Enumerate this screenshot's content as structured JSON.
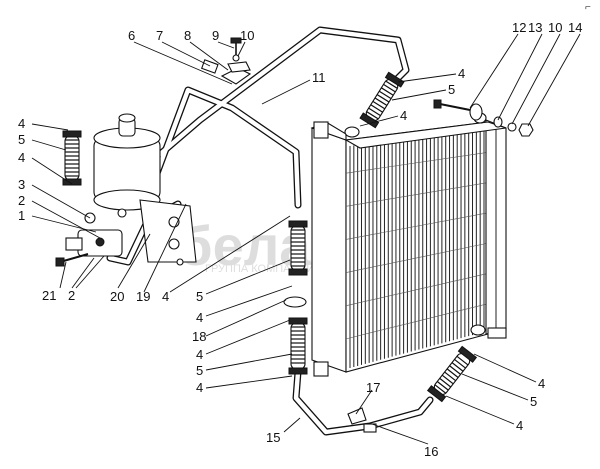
{
  "corner_mark": "⌐",
  "watermark": {
    "brand": "белая",
    "subtitle": "ГРУППА КОМПАНИЙ"
  },
  "callouts": [
    {
      "id": "c6",
      "text": "6"
    },
    {
      "id": "c7",
      "text": "7"
    },
    {
      "id": "c8",
      "text": "8"
    },
    {
      "id": "c9",
      "text": "9"
    },
    {
      "id": "c10a",
      "text": "10"
    },
    {
      "id": "c11",
      "text": "11"
    },
    {
      "id": "c12",
      "text": "12"
    },
    {
      "id": "c13",
      "text": "13"
    },
    {
      "id": "c10b",
      "text": "10"
    },
    {
      "id": "c14",
      "text": "14"
    },
    {
      "id": "c4a",
      "text": "4"
    },
    {
      "id": "c5a",
      "text": "5"
    },
    {
      "id": "c4b",
      "text": "4"
    },
    {
      "id": "c4c",
      "text": "4"
    },
    {
      "id": "c5b",
      "text": "5"
    },
    {
      "id": "c4d",
      "text": "4"
    },
    {
      "id": "c3",
      "text": "3"
    },
    {
      "id": "c2a",
      "text": "2"
    },
    {
      "id": "c1",
      "text": "1"
    },
    {
      "id": "c21",
      "text": "21"
    },
    {
      "id": "c2b",
      "text": "2"
    },
    {
      "id": "c20",
      "text": "20"
    },
    {
      "id": "c19",
      "text": "19"
    },
    {
      "id": "c4e",
      "text": "4"
    },
    {
      "id": "c5c",
      "text": "5"
    },
    {
      "id": "c4f",
      "text": "4"
    },
    {
      "id": "c18",
      "text": "18"
    },
    {
      "id": "c4g",
      "text": "4"
    },
    {
      "id": "c5d",
      "text": "5"
    },
    {
      "id": "c4h",
      "text": "4"
    },
    {
      "id": "c15",
      "text": "15"
    },
    {
      "id": "c17",
      "text": "17"
    },
    {
      "id": "c16",
      "text": "16"
    },
    {
      "id": "c4i",
      "text": "4"
    },
    {
      "id": "c5e",
      "text": "5"
    },
    {
      "id": "c4j",
      "text": "4"
    }
  ]
}
